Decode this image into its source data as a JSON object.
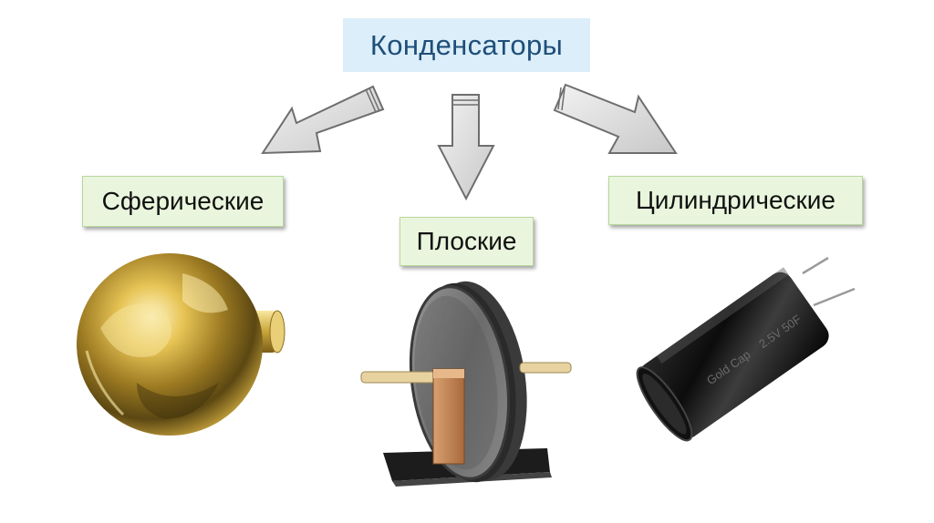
{
  "title": "Конденсаторы",
  "categories": [
    {
      "label": "Сферические",
      "image": "spherical-capacitor"
    },
    {
      "label": "Плоские",
      "image": "parallel-plate-capacitor"
    },
    {
      "label": "Цилиндрические",
      "image": "cylindrical-capacitor"
    }
  ],
  "photo_texts": {
    "cap_label_line1": "Gold Cap",
    "cap_label_line2": "2.5V 50F"
  },
  "colors": {
    "title_bg": "#dbeef9",
    "title_text": "#1f4e79",
    "label_bg": "#e9f6dd",
    "arrow_fill": "#d9d9d9",
    "arrow_stroke": "#6e6e6e"
  }
}
